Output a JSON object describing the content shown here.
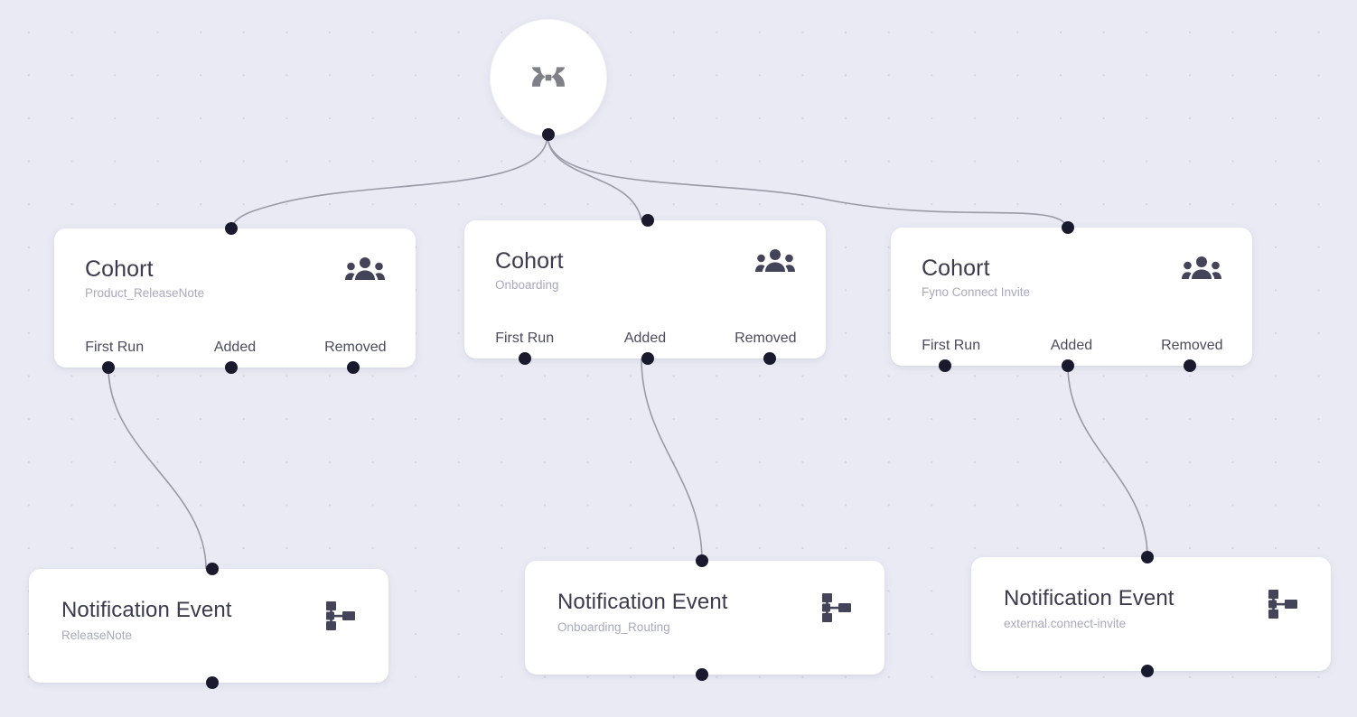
{
  "canvas": {
    "background_color": "#e9eaf4",
    "dot_color": "#d2d3e0",
    "edge_color": "#9a9aa6",
    "port_color": "#1a1a2e"
  },
  "root_node": {
    "name": "workflow-root",
    "icon": "fyno-x-logo-icon",
    "logo_color": "#808088"
  },
  "cohort_nodes": [
    {
      "title": "Cohort",
      "subtitle": "Product_ReleaseNote",
      "icon": "people-group-icon",
      "ports": [
        "First Run",
        "Added",
        "Removed"
      ]
    },
    {
      "title": "Cohort",
      "subtitle": "Onboarding",
      "icon": "people-group-icon",
      "ports": [
        "First Run",
        "Added",
        "Removed"
      ]
    },
    {
      "title": "Cohort",
      "subtitle": "Fyno Connect Invite",
      "icon": "people-group-icon",
      "ports": [
        "First Run",
        "Added",
        "Removed"
      ]
    }
  ],
  "notification_nodes": [
    {
      "title": "Notification Event",
      "subtitle": "ReleaseNote",
      "icon": "sitemap-icon"
    },
    {
      "title": "Notification Event",
      "subtitle": "Onboarding_Routing",
      "icon": "sitemap-icon"
    },
    {
      "title": "Notification Event",
      "subtitle": "external.connect-invite",
      "icon": "sitemap-icon"
    }
  ]
}
